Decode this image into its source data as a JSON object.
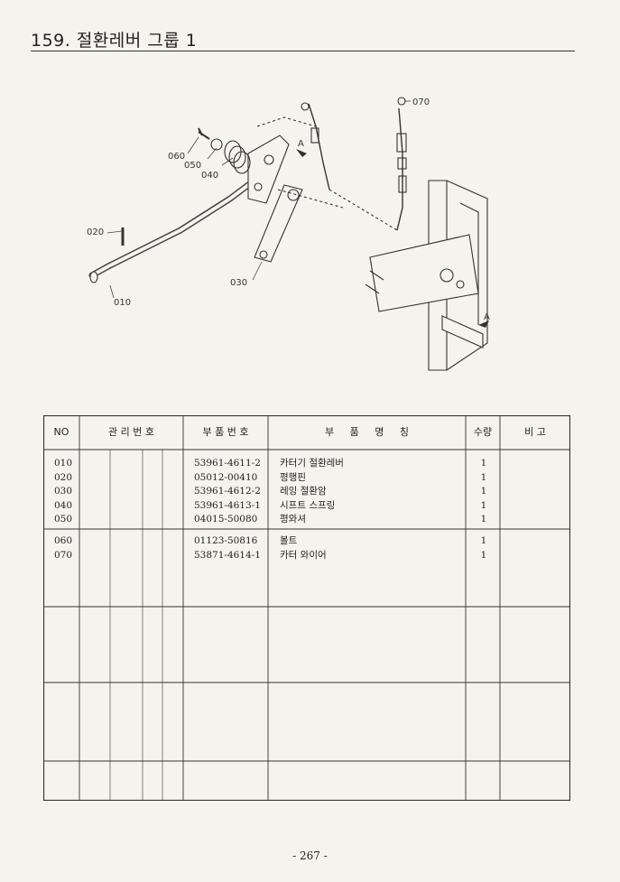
{
  "page": {
    "title": "159. 절환레버 그룹 1",
    "page_number": "- 267 -"
  },
  "diagram": {
    "callouts": {
      "c010": "010",
      "c020": "020",
      "c030": "030",
      "c040": "040",
      "c050": "050",
      "c060": "060",
      "c070": "070",
      "a1": "A",
      "a2": "A"
    }
  },
  "table": {
    "headers": {
      "no": "NO",
      "mgmt": "관 리 번 호",
      "part_no": "부 품 번 호",
      "part_name": "부 품 명 칭",
      "qty": "수량",
      "remarks": "비 고"
    },
    "group1": [
      {
        "no": "010",
        "part_no": "53961-4611-2",
        "name": "카터기 절환레버",
        "qty": "1"
      },
      {
        "no": "020",
        "part_no": "05012-00410",
        "name": "평행핀",
        "qty": "1"
      },
      {
        "no": "030",
        "part_no": "53961-4612-2",
        "name": "레잉 절환암",
        "qty": "1"
      },
      {
        "no": "040",
        "part_no": "53961-4613-1",
        "name": "시프트 스프링",
        "qty": "1"
      },
      {
        "no": "050",
        "part_no": "04015-50080",
        "name": "평와셔",
        "qty": "1"
      }
    ],
    "group2": [
      {
        "no": "060",
        "part_no": "01123-50816",
        "name": "볼트",
        "qty": "1"
      },
      {
        "no": "070",
        "part_no": "53871-4614-1",
        "name": "카터 와이어",
        "qty": "1"
      }
    ]
  }
}
